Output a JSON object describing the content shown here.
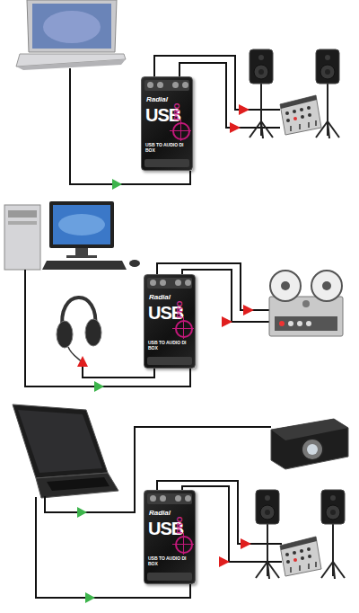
{
  "diagram": {
    "nodes": [
      {
        "text": [
          "Radial",
          "USB",
          "PRO",
          "USB TO AUDIO DI BOX"
        ]
      },
      {
        "text": [
          "Radial",
          "USB",
          "PRO",
          "USB TO AUDIO DI BOX"
        ]
      },
      {
        "text": [
          "Radial",
          "USB",
          "PRO",
          "USB TO AUDIO DI BOX"
        ]
      }
    ]
  }
}
